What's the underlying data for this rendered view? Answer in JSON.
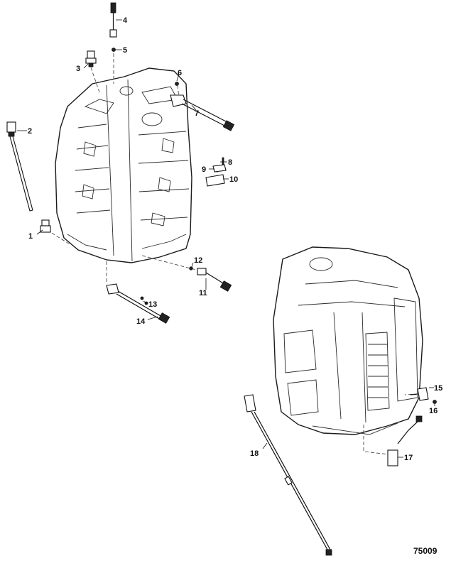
{
  "figure_number": "75009",
  "callouts": [
    "1",
    "2",
    "3",
    "4",
    "5",
    "6",
    "7",
    "8",
    "9",
    "10",
    "11",
    "12",
    "13",
    "14",
    "15",
    "16",
    "17",
    "18"
  ]
}
